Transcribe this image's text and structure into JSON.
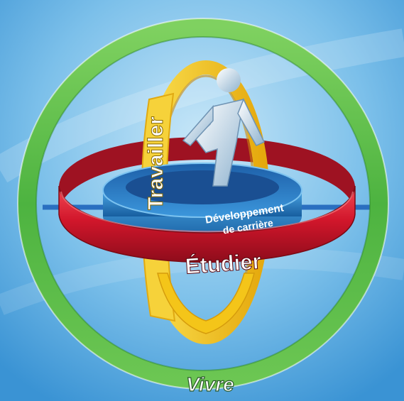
{
  "diagram": {
    "labels": {
      "outer_ring": "Vivre",
      "vertical_ring": "Travailler",
      "horizontal_ring": "Étudier",
      "center_line1": "Développement",
      "center_line2": "de carrière"
    },
    "colors": {
      "background": "#4aa3dd",
      "outer_ring": "#5cbf4a",
      "vertical_ring": "#f4c519",
      "horizontal_ring": "#d1162b",
      "center_disc": "#2a80c8",
      "axis_line": "#2a6fc0",
      "figure": "#cfe3f2"
    },
    "icons": {
      "figure": "person-figure-icon"
    }
  }
}
